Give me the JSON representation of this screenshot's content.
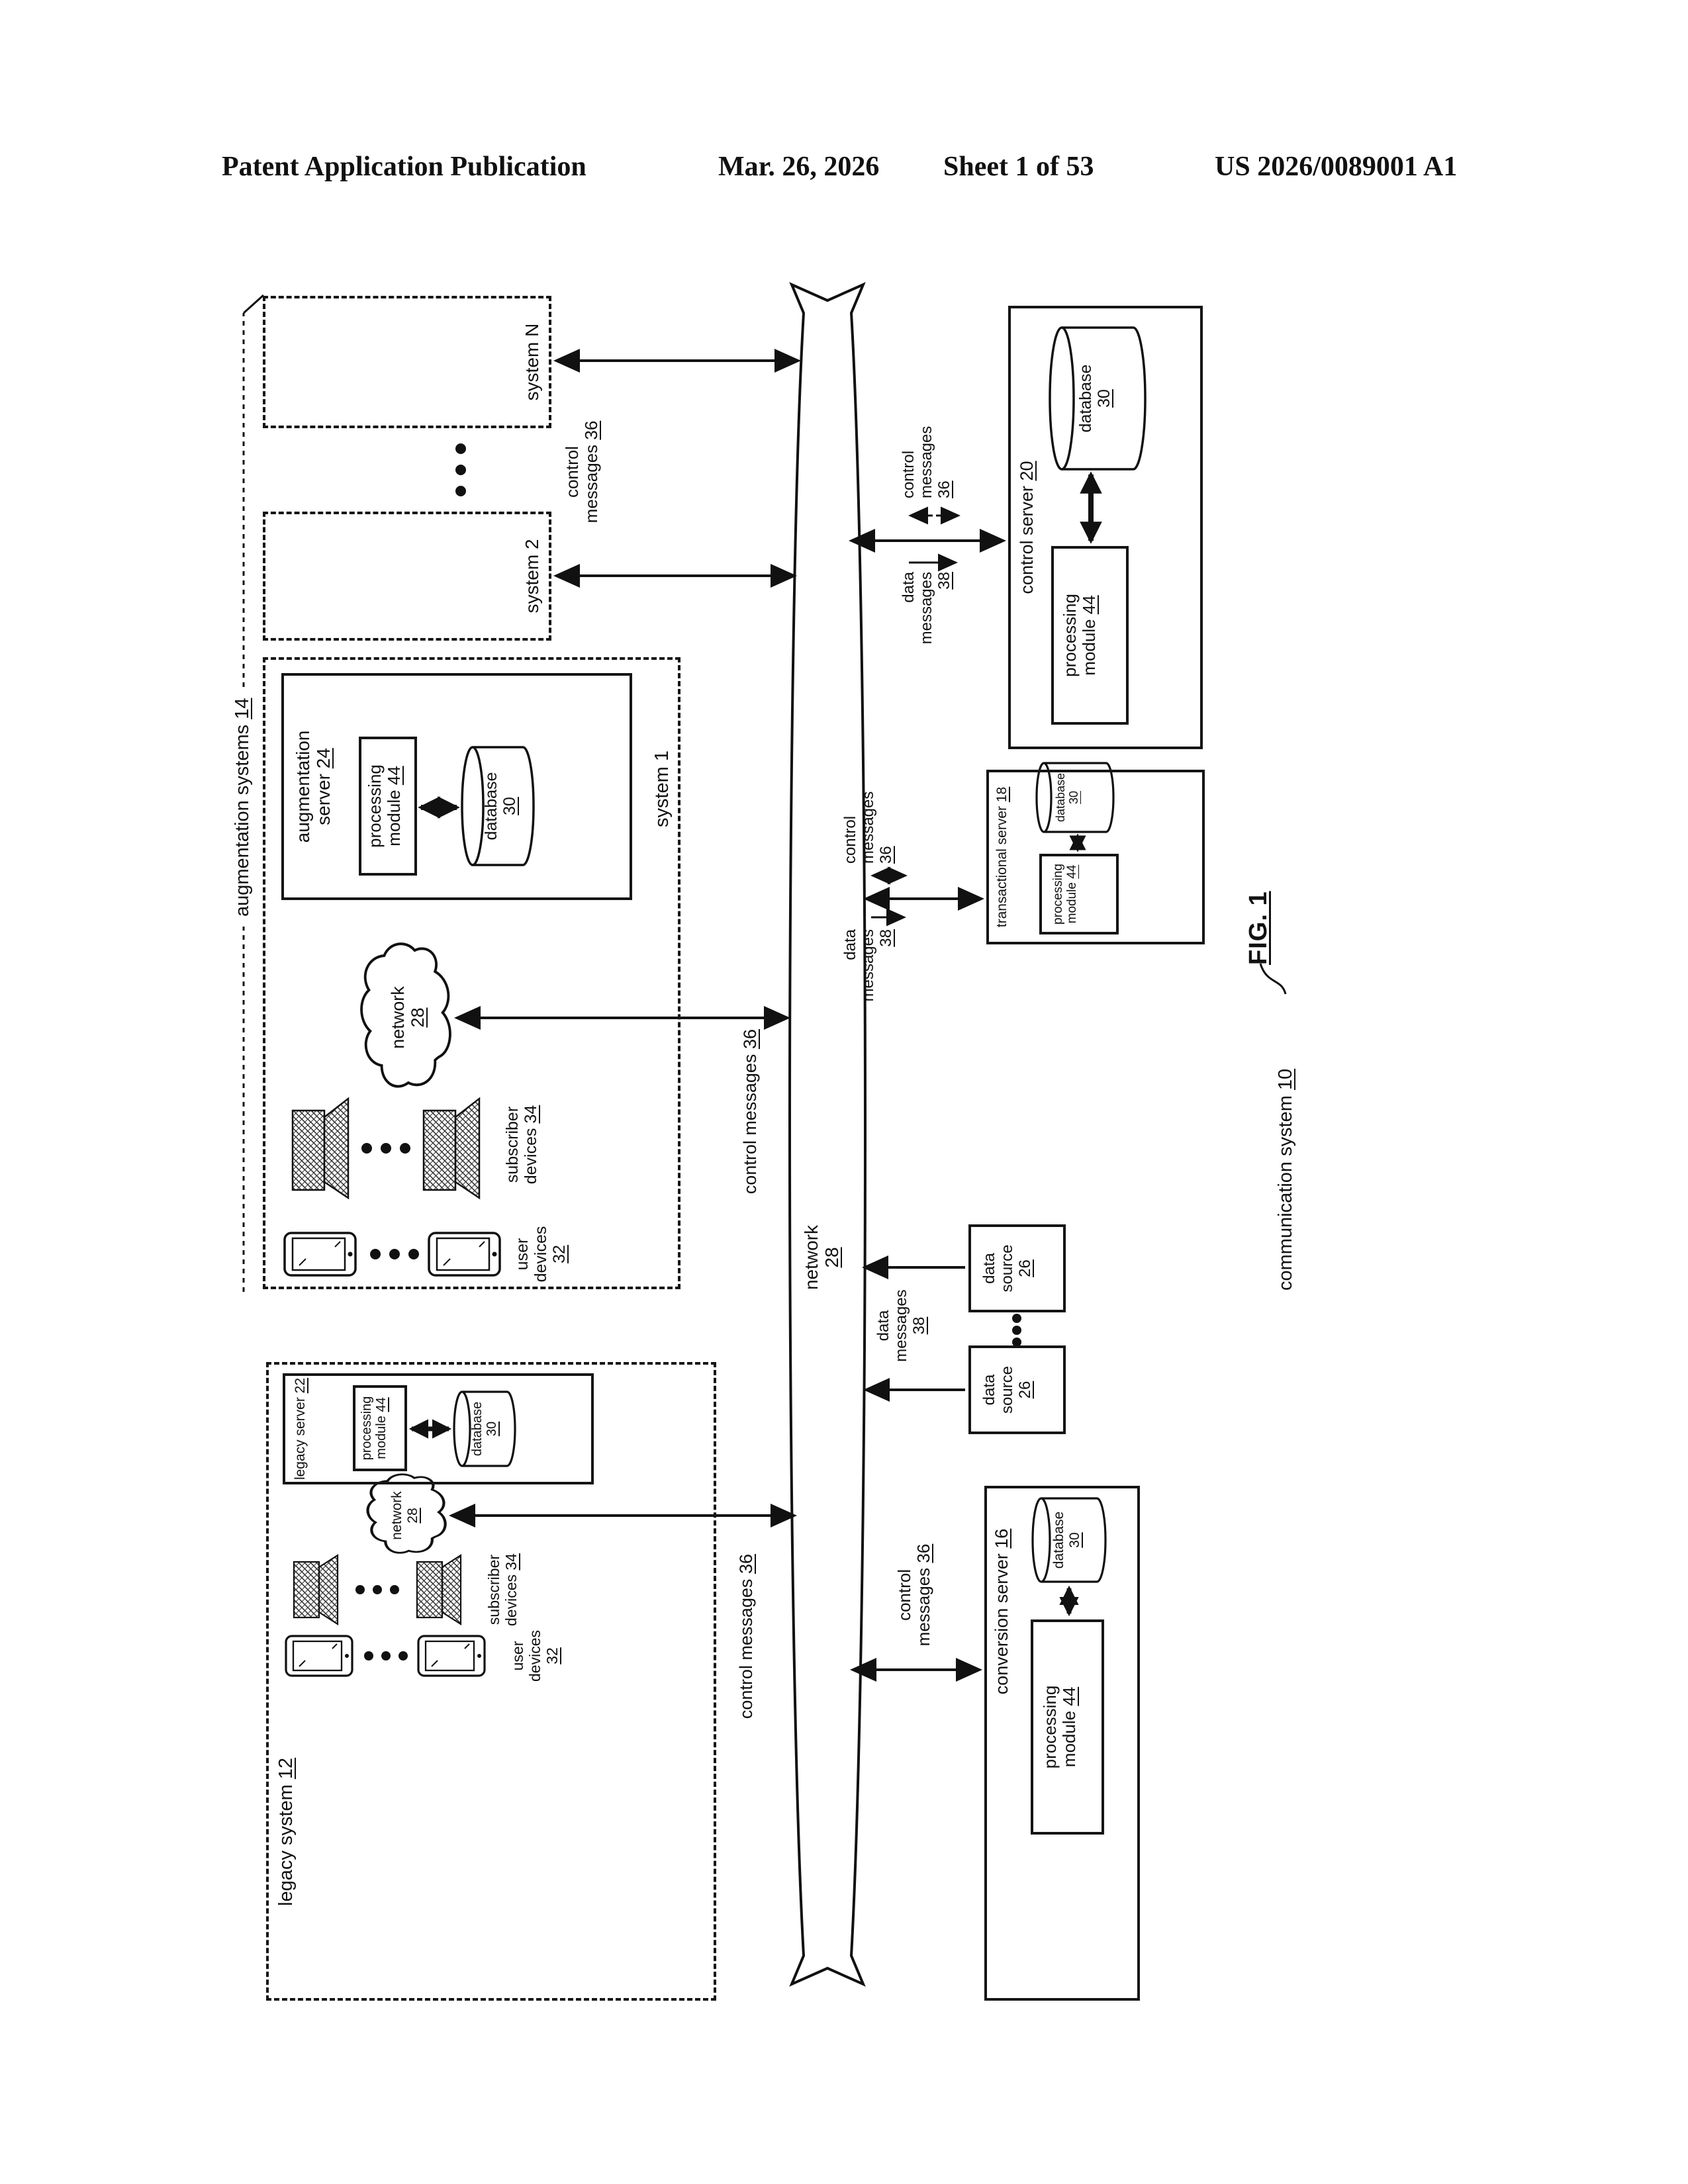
{
  "header": {
    "publication": "Patent Application Publication",
    "date": "Mar. 26, 2026",
    "sheet": "Sheet 1 of 53",
    "doc_number": "US 2026/0089001 A1"
  },
  "diagram": {
    "fig_label": "FIG. 1",
    "communication_system": {
      "label": "communication system",
      "ref": "10"
    },
    "augmentation_systems": {
      "label": "augmentation systems",
      "ref": "14"
    },
    "legacy_system": {
      "label": "legacy system",
      "ref": "12"
    },
    "system_1": "system 1",
    "system_2": "system 2",
    "system_n": "system N",
    "augmentation_server": {
      "line1": "augmentation",
      "line2": "server",
      "ref": "24"
    },
    "legacy_server": {
      "label": "legacy server",
      "ref": "22"
    },
    "conversion_server": {
      "label": "conversion server",
      "ref": "16"
    },
    "transactional_server": {
      "label": "transactional server",
      "ref": "18"
    },
    "control_server": {
      "label": "control server",
      "ref": "20"
    },
    "processing_module": {
      "line1": "processing",
      "line2": "module",
      "ref": "44"
    },
    "database": {
      "label": "database",
      "ref": "30"
    },
    "network": {
      "label": "network",
      "ref": "28"
    },
    "subscriber_devices": {
      "line1": "subscriber",
      "line2": "devices",
      "ref": "34"
    },
    "user_devices": {
      "line1": "user",
      "line2": "devices",
      "ref": "32"
    },
    "control_messages": {
      "line1": "control",
      "line2": "messages",
      "ref": "36"
    },
    "data_messages": {
      "line1": "data",
      "line2": "messages",
      "ref": "38"
    },
    "data_source": {
      "line1": "data",
      "line2": "source",
      "ref": "26"
    }
  }
}
